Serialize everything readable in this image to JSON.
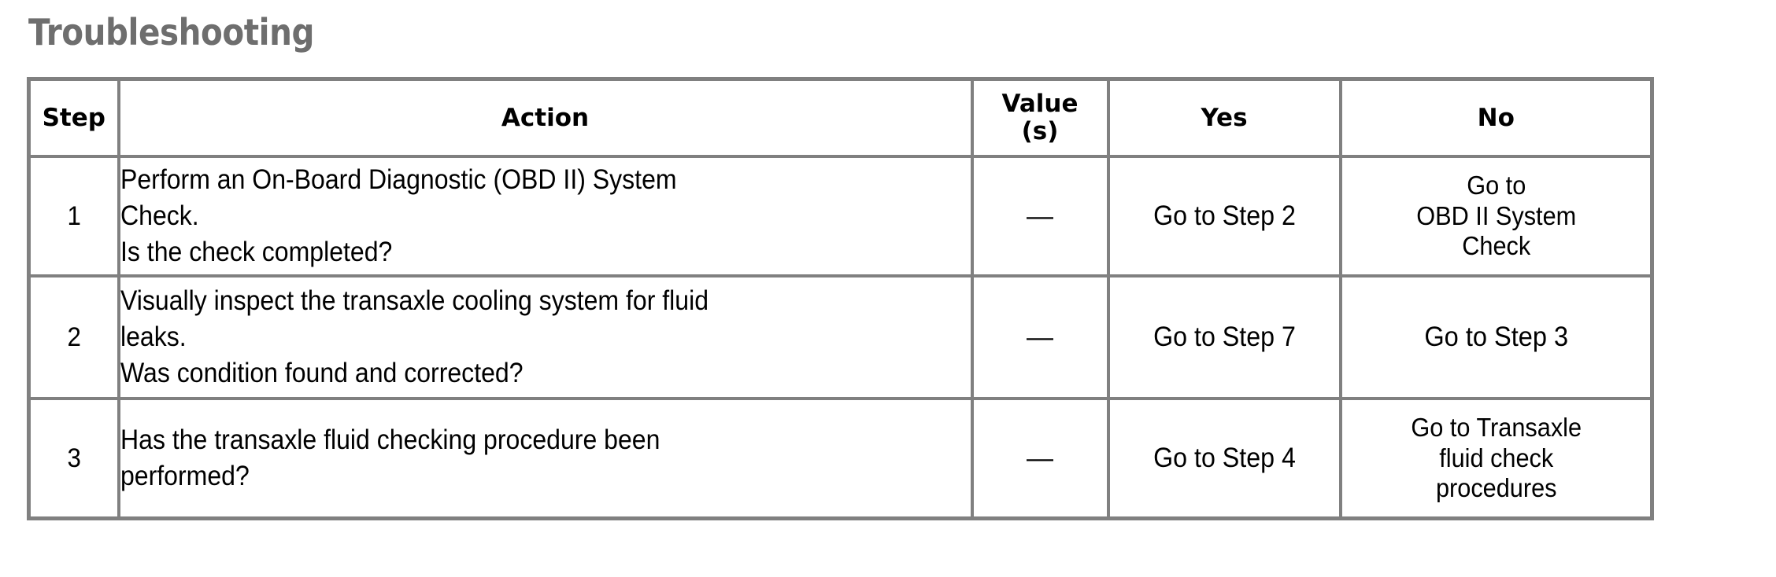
{
  "page": {
    "title": "Troubleshooting",
    "title_color": "#6e6e6e",
    "border_color": "#808080",
    "text_color": "#000000",
    "background": "#ffffff"
  },
  "table": {
    "headers": {
      "step": "Step",
      "action": "Action",
      "value_line1": "Value",
      "value_line2": "(s)",
      "yes": "Yes",
      "no": "No"
    },
    "rows": [
      {
        "step": "1",
        "action_lines": [
          "Perform an On-Board Diagnostic (OBD II) System",
          "Check.",
          "Is the check completed?"
        ],
        "value": "—",
        "yes_lines": [
          "Go to Step 2"
        ],
        "no_lines": [
          "Go to",
          "OBD II System",
          "Check"
        ]
      },
      {
        "step": "2",
        "action_lines": [
          "Visually inspect the transaxle cooling system for fluid",
          "leaks.",
          "Was condition found and corrected?"
        ],
        "value": "—",
        "yes_lines": [
          "Go to Step 7"
        ],
        "no_lines": [
          "Go to Step 3"
        ]
      },
      {
        "step": "3",
        "action_lines": [
          "Has the transaxle fluid checking procedure been",
          "performed?"
        ],
        "value": "—",
        "yes_lines": [
          "Go to Step 4"
        ],
        "no_lines": [
          "Go to Transaxle",
          "fluid check",
          "procedures"
        ]
      }
    ]
  }
}
